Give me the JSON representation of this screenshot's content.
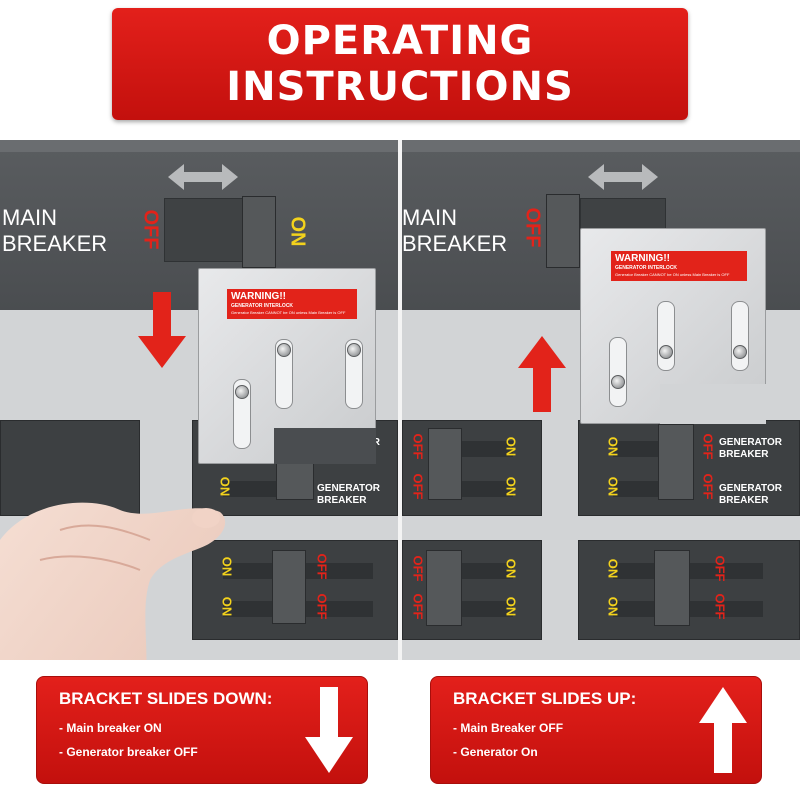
{
  "title": {
    "line1": "OPERATING",
    "line2": "INSTRUCTIONS"
  },
  "panel": {
    "main_label_line1": "MAIN",
    "main_label_line2": "BREAKER",
    "off": "OFF",
    "on": "ON",
    "generator_line1": "GENERATOR",
    "generator_line2": "BREAKER"
  },
  "warning": {
    "title": "WARNING!!",
    "subtitle": "GENERATOR INTERLOCK",
    "fine_print": "Generator Breaker CANNOT be ON unless Main Breaker is OFF"
  },
  "left_box": {
    "title": "BRACKET SLIDES DOWN:",
    "items": [
      "- Main breaker ON",
      "- Generator breaker OFF"
    ]
  },
  "right_box": {
    "title": "BRACKET SLIDES UP:",
    "items": [
      "- Main Breaker OFF",
      "- Generator On"
    ]
  },
  "colors": {
    "accent_red": "#e2231a",
    "on_yellow": "#f3d21c",
    "panel_dark": "#4a4d50"
  },
  "icons": [
    "double-arrow-icon",
    "arrow-down-icon",
    "arrow-up-icon"
  ]
}
